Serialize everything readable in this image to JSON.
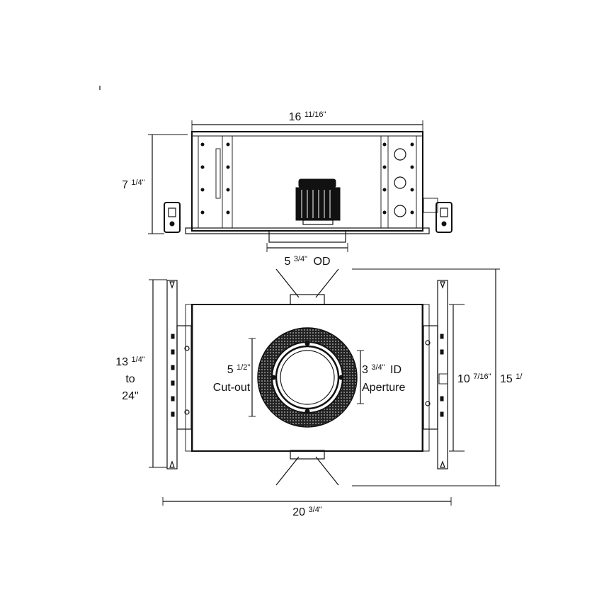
{
  "top_view": {
    "width_label": "16",
    "width_frac": "11/16\"",
    "height_label": "7",
    "height_frac": "1/4\"",
    "od_label": "5",
    "od_frac": "3/4\"",
    "od_suffix": "OD"
  },
  "bottom_view": {
    "joist_label_line1": "13",
    "joist_label_line1_frac": "1/4\"",
    "joist_label_line2": "to",
    "joist_label_line3": "24\"",
    "cutout_label_line1": "5",
    "cutout_label_line1_frac": "1/2\"",
    "cutout_label_line2": "Cut-out",
    "aperture_label_line1": "3",
    "aperture_label_line1_frac": "3/4\"",
    "aperture_label_line1_suffix": "ID",
    "aperture_label_line2": "Aperture",
    "inner_height_label": "10",
    "inner_height_frac": "7/16\"",
    "outer_height_label": "15",
    "outer_height_frac": "1/",
    "width_label": "20",
    "width_frac": "3/4\""
  }
}
